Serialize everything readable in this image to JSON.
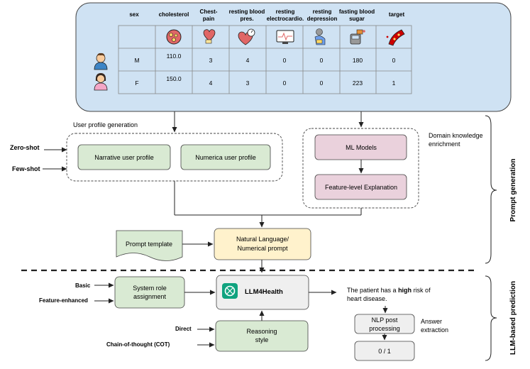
{
  "table": {
    "headers": [
      "sex",
      "cholesterol",
      "Chest-",
      "pain",
      "resting blood",
      "pres.",
      "resting",
      "electrocardio.",
      "resting",
      "depression",
      "fasting blood",
      "sugar",
      "target"
    ],
    "rows": [
      {
        "avatar": "male-avatar-icon",
        "cells": [
          "M",
          "110.0",
          "3",
          "4",
          "0",
          "0",
          "180",
          "0"
        ]
      },
      {
        "avatar": "female-avatar-icon",
        "cells": [
          "F",
          "150.0",
          "4",
          "3",
          "0",
          "0",
          "223",
          "1"
        ]
      }
    ],
    "icons": [
      "cholesterol-icon",
      "chest-pain-icon",
      "blood-pressure-icon",
      "ecg-monitor-icon",
      "depression-icon",
      "glucose-meter-icon",
      "artery-icon"
    ]
  },
  "labels": {
    "user_profile_generation": "User profile generation",
    "domain_knowledge_1": "Domain knowledge",
    "domain_knowledge_2": "enrichment",
    "zero_shot": "Zero-shot",
    "few_shot": "Few-shot",
    "narrative_profile": "Narrative user profile",
    "numerica_profile": "Numerica user profile",
    "ml_models": "ML Models",
    "feature_explanation": "Feature-level Explanation",
    "prompt_template": "Prompt template",
    "nl_prompt_1": "Natural Language/",
    "nl_prompt_2": "Numerical prompt",
    "prompt_generation": "Prompt generation",
    "llm_prediction": "LLM-based prediction",
    "basic": "Basic",
    "feature_enhanced": "Feature-enhanced",
    "system_role_1": "System role",
    "system_role_2": "assignment",
    "llm4health": "LLM4Health",
    "output_1a": "The patient has a ",
    "output_1b": "high",
    "output_1c": " risk of",
    "output_2": "heart disease.",
    "direct": "Direct",
    "cot": "Chain-of-thought (COT)",
    "reasoning_1": "Reasoning",
    "reasoning_2": "style",
    "nlp_1": "NLP post",
    "nlp_2": "processing",
    "answer_1": "Answer",
    "answer_2": "extraction",
    "final_output": "0 / 1"
  },
  "colors": {
    "table_panel": "#cfe2f3",
    "green_box": "#d9ead3",
    "purple_box": "#ead1dc",
    "yellow_box": "#fff2cc",
    "llm_box": "#efefef",
    "output_box": "#efefef",
    "openai_logo": "#10a37f"
  }
}
